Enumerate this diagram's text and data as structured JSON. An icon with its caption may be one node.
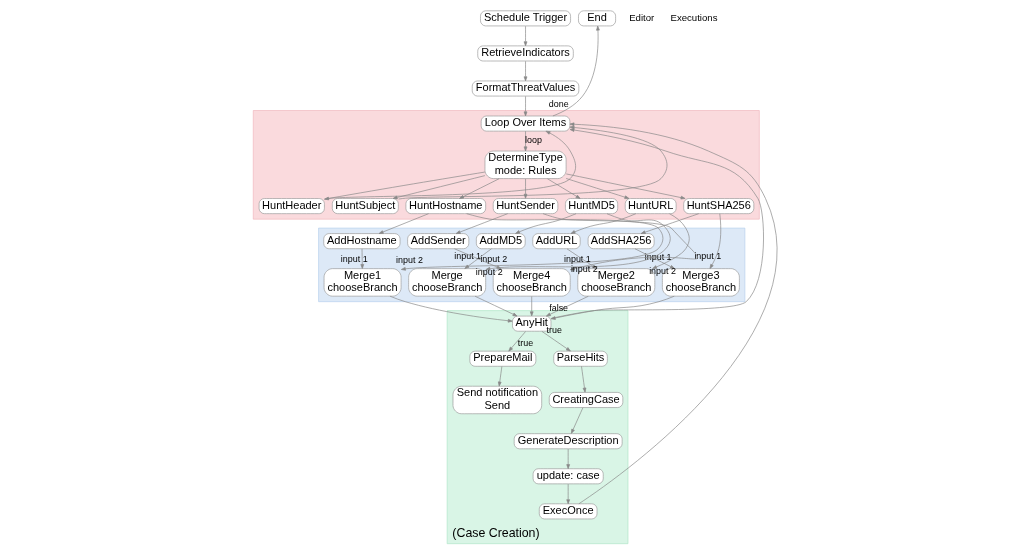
{
  "diagram": {
    "nodes": [
      {
        "text": [
          "Schedule Trigger"
        ]
      },
      {
        "text": [
          "RetrieveIndicators"
        ]
      },
      {
        "text": [
          "FormatThreatValues"
        ]
      },
      {
        "text": [
          "End"
        ]
      },
      {
        "text": [],
        "shape": "box"
      },
      {
        "text": [
          "Loop Over Items"
        ],
        "in": 4
      },
      {
        "text": [
          "DetermineType",
          "mode: Rules"
        ],
        "in": 4
      },
      {
        "text": [
          "HuntHostname"
        ],
        "in": 4
      },
      {
        "text": [
          "HuntURL"
        ],
        "in": 4
      },
      {
        "text": [
          "HuntMD5"
        ],
        "in": 4
      },
      {
        "text": [
          "HuntSHA256"
        ],
        "in": 4
      },
      {
        "text": [
          "HuntHeader"
        ],
        "in": 4
      },
      {
        "text": [
          "HuntSubject"
        ],
        "in": 4
      },
      {
        "text": [
          "HuntSender"
        ],
        "in": 4
      },
      {
        "text": [],
        "shape": "box"
      },
      {
        "text": [
          "AddHostname"
        ],
        "in": 14
      },
      {
        "text": [
          "Merge1",
          "chooseBranch"
        ],
        "in": 14
      },
      {
        "text": [
          "Merge2",
          "chooseBranch"
        ],
        "in": 14
      },
      {
        "text": [
          "AddURL"
        ],
        "in": 14
      },
      {
        "text": [
          "AddMD5"
        ],
        "in": 14
      },
      {
        "text": [
          "Merge",
          "chooseBranch"
        ],
        "in": 14
      },
      {
        "text": [
          "Merge3",
          "chooseBranch"
        ],
        "in": 14
      },
      {
        "text": [
          "AddSHA256"
        ],
        "in": 14
      },
      {
        "text": [
          "Merge4",
          "chooseBranch"
        ],
        "in": 14
      },
      {
        "text": [
          "AddSender"
        ],
        "in": 14
      },
      {
        "text": [
          "(Case Creation)"
        ]
      },
      {
        "text": [
          "AnyHit"
        ],
        "in": 25
      },
      {
        "text": [
          "PrepareMail"
        ],
        "in": 25
      },
      {
        "text": [
          "Send notification",
          "Send"
        ],
        "in": 25
      },
      {
        "text": [
          "ParseHits"
        ],
        "in": 25
      },
      {
        "text": [
          "CreatingCase"
        ],
        "in": 25
      },
      {
        "text": [
          "GenerateDescription"
        ],
        "in": 25
      },
      {
        "text": [
          "update: case"
        ],
        "in": 25
      },
      {
        "text": [
          "ExecOnce"
        ],
        "in": 25
      }
    ],
    "edges": [
      {
        "from": 0,
        "to": 1,
        "arrow": "to"
      },
      {
        "from": 1,
        "to": 2,
        "arrow": "to"
      },
      {
        "from": 2,
        "to": 5,
        "arrow": "to"
      },
      {
        "from": 5,
        "to": 3,
        "arrow": "to",
        "label": "done"
      },
      {
        "from": 5,
        "to": 6,
        "arrow": "to",
        "label": "loop"
      },
      {
        "from": 6,
        "to": 7,
        "arrow": "to"
      },
      {
        "from": 6,
        "to": 8,
        "arrow": "to"
      },
      {
        "from": 6,
        "to": 9,
        "arrow": "to"
      },
      {
        "from": 6,
        "to": 10,
        "arrow": "to"
      },
      {
        "from": 6,
        "to": 11,
        "arrow": "to"
      },
      {
        "from": 6,
        "to": 12,
        "arrow": "to"
      },
      {
        "from": 6,
        "to": 13,
        "arrow": "to"
      },
      {
        "from": 7,
        "to": 15,
        "arrow": "to"
      },
      {
        "from": 15,
        "to": 16,
        "arrow": "to",
        "label": "input 1"
      },
      {
        "from": 7,
        "to": 16,
        "arrow": "to",
        "label": "input 2"
      },
      {
        "from": 8,
        "to": 17,
        "arrow": "to",
        "label": "input 1"
      },
      {
        "from": 8,
        "to": 18,
        "arrow": "to"
      },
      {
        "from": 18,
        "to": 17,
        "arrow": "to",
        "label": "input 2"
      },
      {
        "from": 9,
        "to": 19,
        "arrow": "to"
      },
      {
        "from": 19,
        "to": 20,
        "arrow": "to",
        "label": "input 1"
      },
      {
        "from": 9,
        "to": 20,
        "arrow": "to",
        "label": "input 2"
      },
      {
        "from": 10,
        "to": 21,
        "arrow": "to",
        "label": "input 1"
      },
      {
        "from": 10,
        "to": 22,
        "arrow": "to"
      },
      {
        "from": 22,
        "to": 21,
        "arrow": "to",
        "label": "input 2"
      },
      {
        "from": 11,
        "to": 5,
        "arrow": "to"
      },
      {
        "from": 12,
        "to": 5,
        "arrow": "to"
      },
      {
        "from": 13,
        "to": 23,
        "arrow": "to",
        "label": "input 1"
      },
      {
        "from": 13,
        "to": 24,
        "arrow": "to"
      },
      {
        "from": 24,
        "to": 23,
        "arrow": "to",
        "label": "input 2"
      },
      {
        "from": 16,
        "to": 26,
        "arrow": "to"
      },
      {
        "from": 17,
        "to": 26,
        "arrow": "to"
      },
      {
        "from": 20,
        "to": 26,
        "arrow": "to"
      },
      {
        "from": 21,
        "to": 26,
        "arrow": "to"
      },
      {
        "from": 23,
        "to": 26,
        "arrow": "to"
      },
      {
        "from": 26,
        "to": 27,
        "arrow": "to",
        "label": "true"
      },
      {
        "from": 26,
        "to": 29,
        "arrow": "to",
        "label": "true"
      },
      {
        "from": 26,
        "to": 5,
        "arrow": "to",
        "label": "false"
      },
      {
        "from": 27,
        "to": 28,
        "arrow": "to"
      },
      {
        "from": 29,
        "to": 30,
        "arrow": "to"
      },
      {
        "from": 30,
        "to": 31,
        "arrow": "to"
      },
      {
        "from": 31,
        "to": 32,
        "arrow": "to"
      },
      {
        "from": 32,
        "to": 33,
        "arrow": "to"
      },
      {
        "from": 33,
        "to": 5,
        "arrow": "to"
      }
    ],
    "labels": [
      "Editor",
      "Executions"
    ]
  }
}
